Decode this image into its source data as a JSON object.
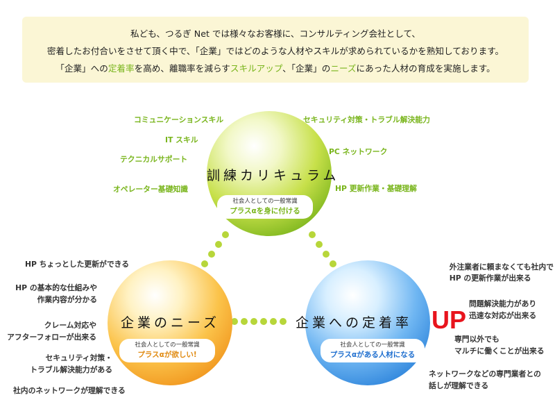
{
  "intro": {
    "line1": "私ども、つるぎ Net では様々なお客様に、コンサルティング会社として、",
    "line2": "密着したお付合いをさせて頂く中で、「企業」ではどのような人材やスキルが求められているかを熟知しております。",
    "line3": [
      {
        "text": "「企業」への",
        "highlight": false
      },
      {
        "text": "定着率",
        "highlight": true
      },
      {
        "text": "を高め、離職率を減らす",
        "highlight": false
      },
      {
        "text": "スキルアップ",
        "highlight": true
      },
      {
        "text": "、「企業」の",
        "highlight": false
      },
      {
        "text": "ニーズ",
        "highlight": true
      },
      {
        "text": "にあった人材の育成を実施します。",
        "highlight": false
      }
    ]
  },
  "curriculum": {
    "title": "訓練カリキュラム",
    "badge_top": "社会人としての一般常識",
    "badge_bottom": "プラスαを身に付ける",
    "left_labels": [
      "コミュニケーションスキル",
      "IT スキル",
      "テクニカルサポート",
      "オペレーター基礎知識"
    ],
    "right_labels": [
      "セキュリティ対策・トラブル解決能力",
      "PC ネットワーク",
      "HP 更新作業・基礎理解"
    ]
  },
  "needs": {
    "title": "企業のニーズ",
    "badge_top": "社会人としての一般常識",
    "badge_bottom": "プラスαが欲しい!",
    "labels": [
      [
        "HP ちょっとした更新ができる"
      ],
      [
        "HP の基本的な仕組みや",
        "作業内容が分かる"
      ],
      [
        "クレーム対応や",
        "アフターフォローが出来る"
      ],
      [
        "セキュリティ対策・",
        "トラブル解決能力がある"
      ],
      [
        "社内のネットワークが理解できる"
      ]
    ]
  },
  "retention": {
    "title": "企業への定着率",
    "up_label": "UP",
    "badge_top": "社会人としての一般常識",
    "badge_bottom": "プラスαがある人材になる",
    "labels": [
      [
        "外注業者に頼まなくても社内で",
        "HP の更新作業が出来る"
      ],
      [
        "問題解決能力があり",
        "迅速な対応が出来る"
      ],
      [
        "専門以外でも",
        "マルチに働くことが出来る"
      ],
      [
        "ネットワークなどの専門業者との",
        "話しが理解できる"
      ]
    ]
  },
  "colors": {
    "green": "#79b51c",
    "orange": "#f39a1e",
    "blue": "#2a86dc",
    "red": "#e8141d",
    "intro_bg": "#fbf6d5"
  }
}
